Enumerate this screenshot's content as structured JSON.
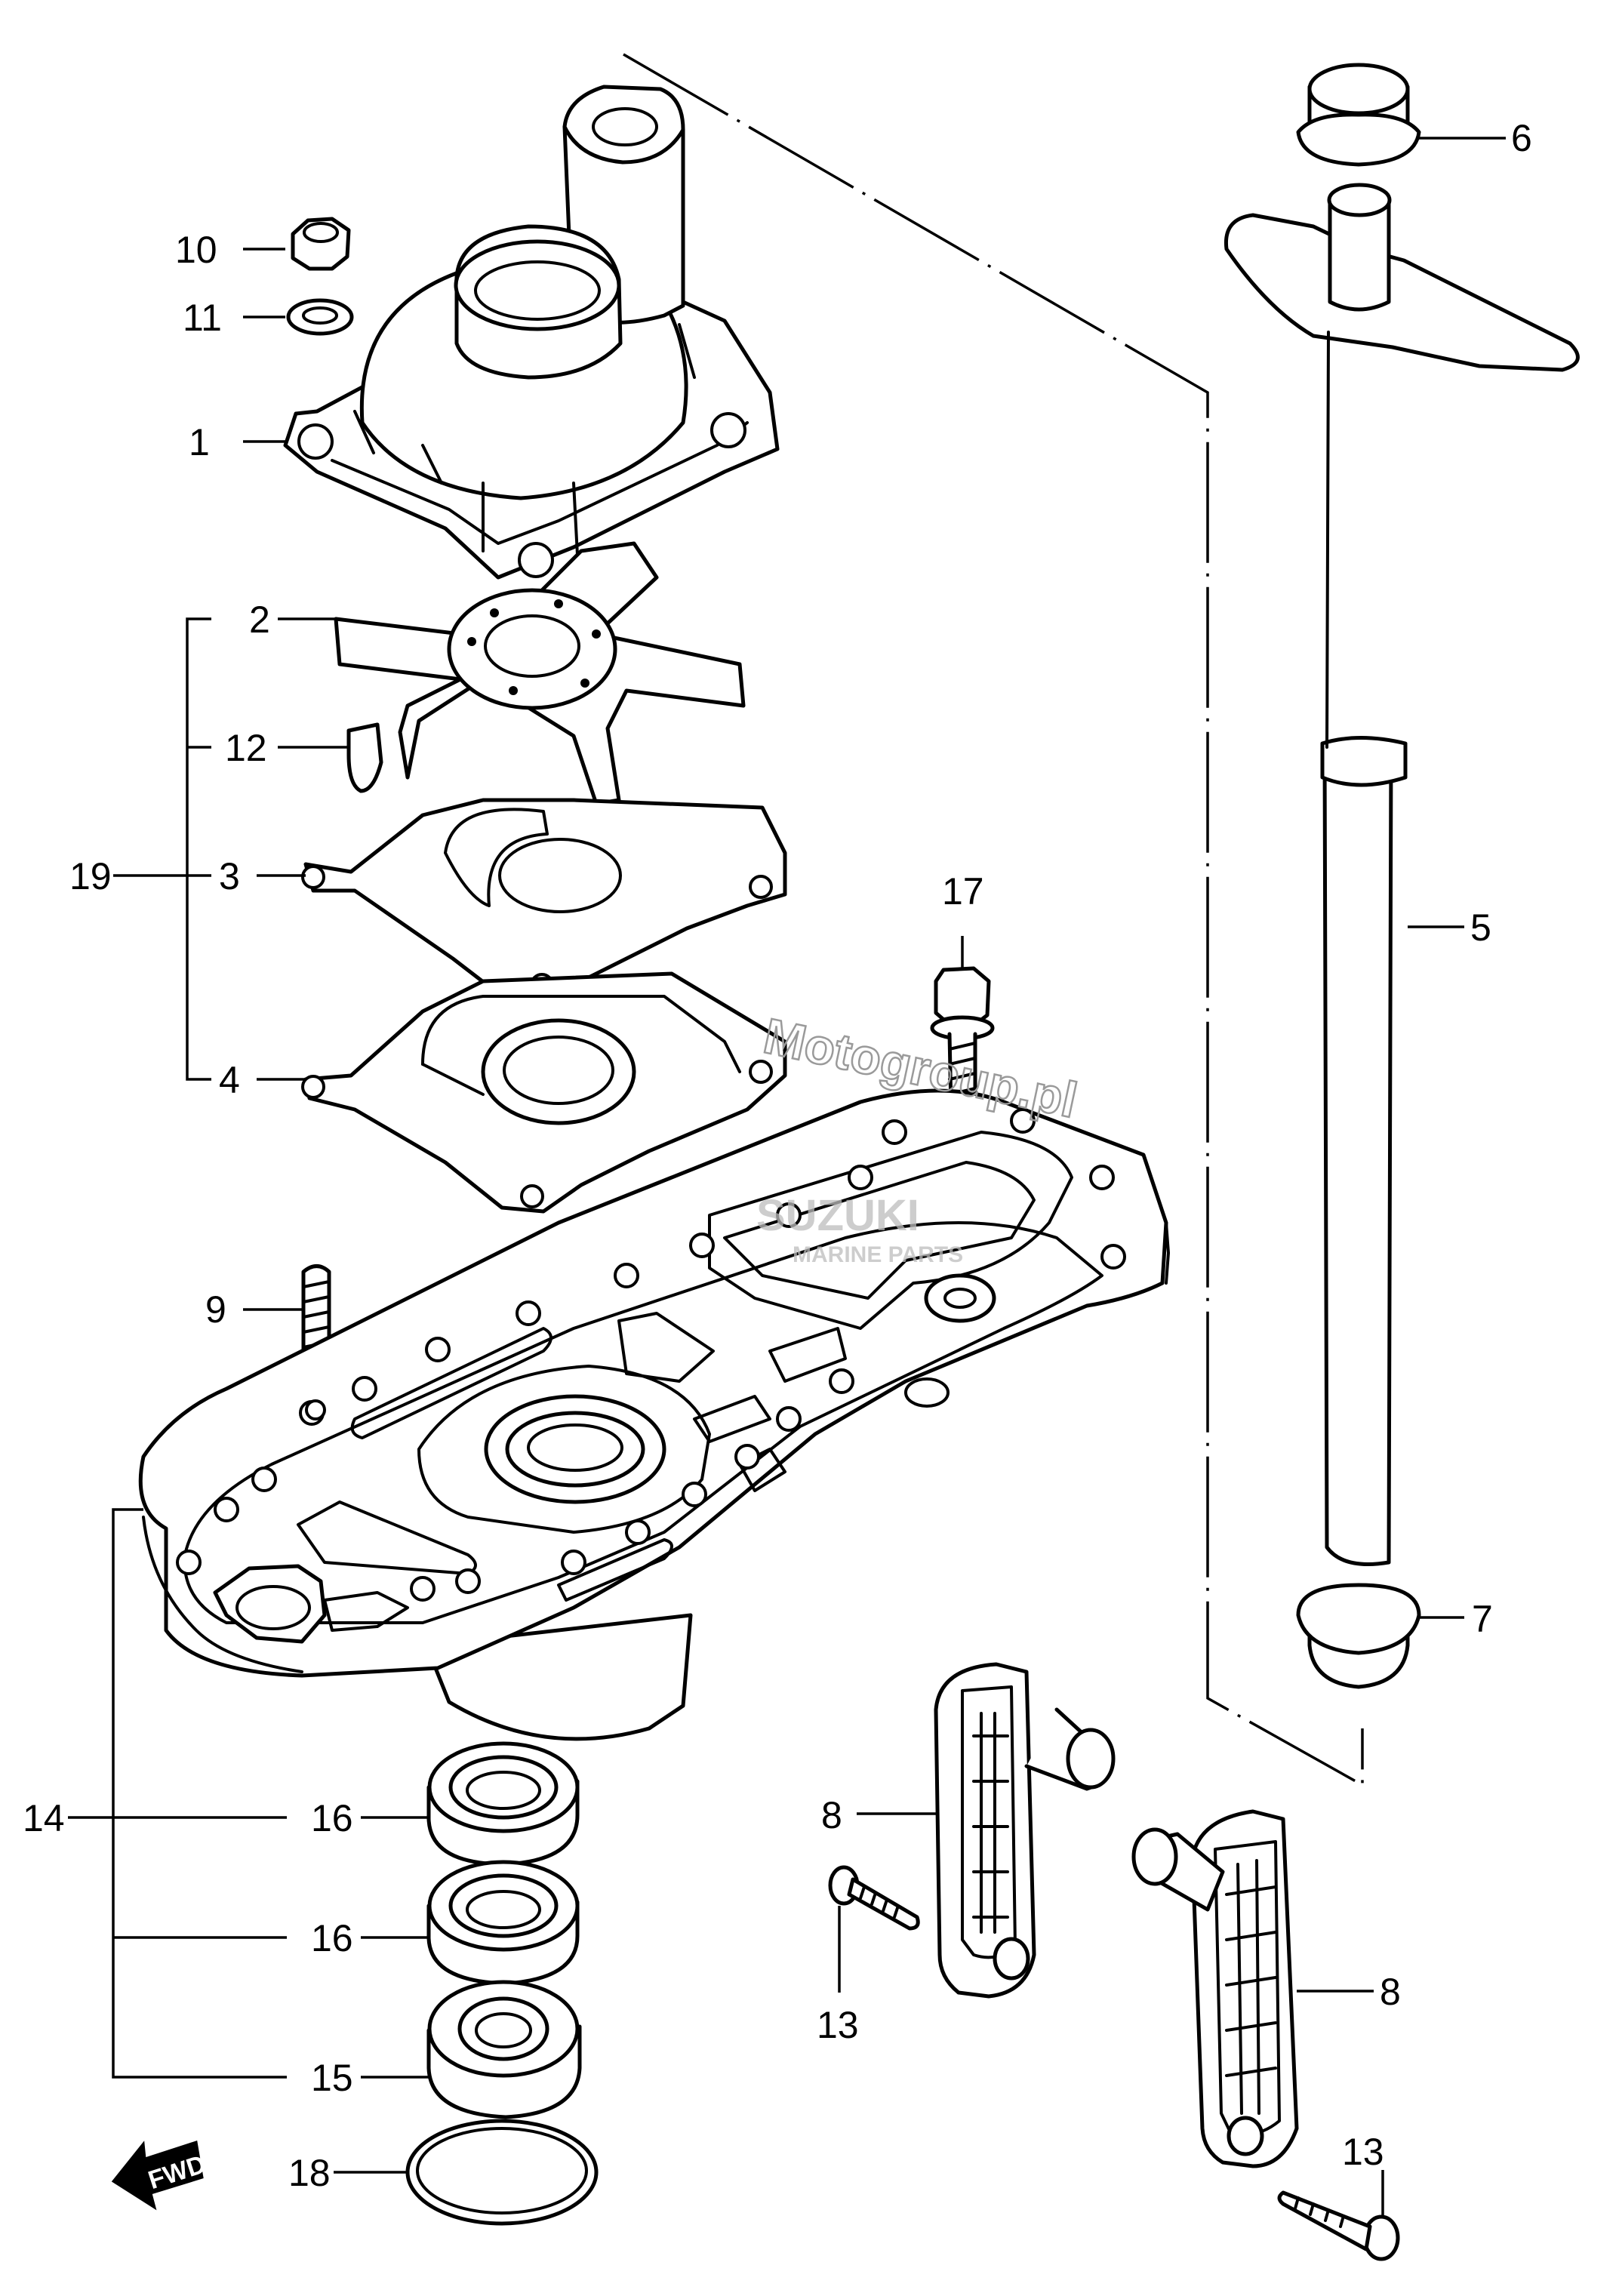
{
  "part_labels": {
    "p1": "1",
    "p2": "2",
    "p3": "3",
    "p4": "4",
    "p5": "5",
    "p6": "6",
    "p7": "7",
    "p8a": "8",
    "p8b": "8",
    "p9": "9",
    "p10": "10",
    "p11": "11",
    "p12": "12",
    "p13a": "13",
    "p13b": "13",
    "p14": "14",
    "p15": "15",
    "p16a": "16",
    "p16b": "16",
    "p17": "17",
    "p18": "18",
    "p19": "19"
  },
  "fwd_label": "FWD",
  "watermark": {
    "site": "Motogroup.pl",
    "brand": "SUZUKI",
    "sub": "MARINE PARTS"
  }
}
